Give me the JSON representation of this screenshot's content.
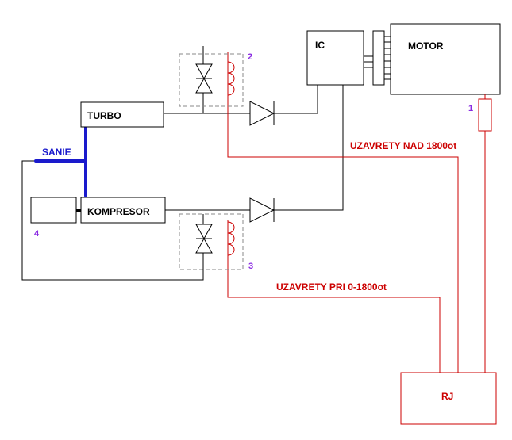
{
  "blocks": {
    "turbo": "TURBO",
    "kompresor": "KOMPRESOR",
    "ic": "IC",
    "motor": "MOTOR",
    "rj": "RJ"
  },
  "labels": {
    "sanie": "SANIE",
    "uzavrety_nad": "UZAVRETY NAD 1800ot",
    "uzavrety_pri": "UZAVRETY PRI 0-1800ot"
  },
  "numbers": {
    "n1": "1",
    "n2": "2",
    "n3": "3",
    "n4": "4"
  },
  "colors": {
    "wire": "#000000",
    "signal": "#cc0000",
    "intake": "#1a1acc",
    "number": "#8a2be2"
  }
}
